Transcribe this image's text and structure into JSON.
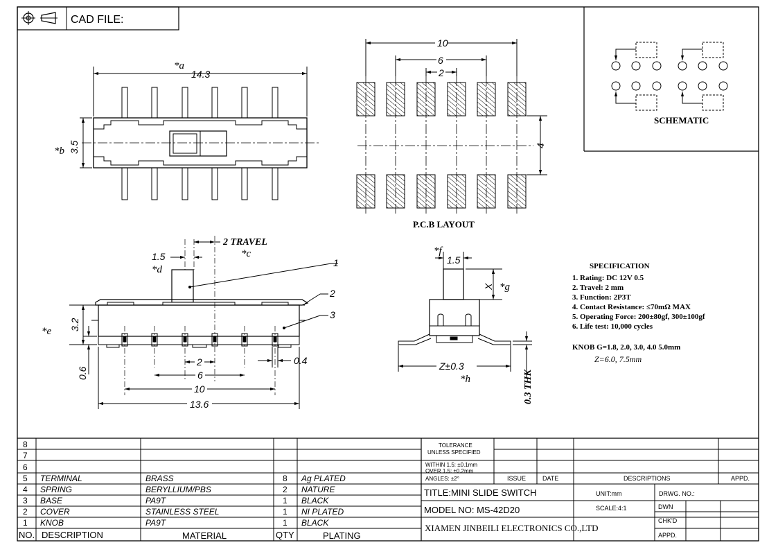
{
  "header": {
    "cad_label": "CAD FILE:",
    "projection_icon": "third-angle-projection-icon"
  },
  "top_view": {
    "callout": "*a",
    "width_dim": "14.3",
    "height_callout": "*b",
    "height_dim": "3.5"
  },
  "pcb_layout": {
    "dim_outer": "10",
    "dim_mid": "6",
    "dim_inner": "2",
    "dim_row_gap": "4",
    "label": "P.C.B LAYOUT"
  },
  "schematic": {
    "label": "SCHEMATIC"
  },
  "front_view": {
    "dim_knob_width": "1.5",
    "callout_d": "*d",
    "dim_travel": "2 TRAVEL",
    "callout_c": "*c",
    "part_1": "1",
    "part_2": "2",
    "part_3": "3",
    "callout_e": "*e",
    "dim_height": "3.2",
    "dim_standoff": "0.6",
    "dim_pitch": "2",
    "dim_pin": "0.4",
    "dim_6": "6",
    "dim_10": "10",
    "dim_overall": "13.6"
  },
  "side_view": {
    "callout_f": "*f",
    "dim_knob": "1.5",
    "dim_x": "X",
    "callout_g": "*g",
    "dim_z": "Z±0.3",
    "callout_h": "*h",
    "dim_thk": "0.3 THK"
  },
  "specification": {
    "title": "SPECIFICATION",
    "items": [
      "1. Rating: DC 12V 0.5",
      "2. Travel: 2 mm",
      "3. Function: 2P3T",
      "4. Contact Resistance: ≤70mΩ MAX",
      "5. Operating Force: 200±80gf, 300±100gf",
      "6. Life test: 10,000 cycles"
    ],
    "knob_line": "KNOB G=1.8, 2.0, 3.0, 4.0 5.0mm",
    "z_line": "Z=6.0, 7.5mm"
  },
  "bom": {
    "rows": [
      {
        "no": "8",
        "desc": "",
        "material": "",
        "qty": "",
        "plating": ""
      },
      {
        "no": "7",
        "desc": "",
        "material": "",
        "qty": "",
        "plating": ""
      },
      {
        "no": "6",
        "desc": "",
        "material": "",
        "qty": "",
        "plating": ""
      },
      {
        "no": "5",
        "desc": "TERMINAL",
        "material": "BRASS",
        "qty": "8",
        "plating": "Ag PLATED"
      },
      {
        "no": "4",
        "desc": "SPRING",
        "material": "BERYLLIUM/PBS",
        "qty": "2",
        "plating": "NATURE"
      },
      {
        "no": "3",
        "desc": "BASE",
        "material": "PA9T",
        "qty": "1",
        "plating": "BLACK"
      },
      {
        "no": "2",
        "desc": "COVER",
        "material": "STAINLESS STEEL",
        "qty": "1",
        "plating": "NI PLATED"
      },
      {
        "no": "1",
        "desc": "KNOB",
        "material": "PA9T",
        "qty": "1",
        "plating": "BLACK"
      }
    ],
    "header": {
      "no": "NO.",
      "desc": "DESCRIPTION",
      "material": "MATERIAL",
      "qty": "QTY",
      "plating": "PLATING"
    }
  },
  "title_block": {
    "tolerance_1": "TOLERANCE",
    "tolerance_2": "UNLESS SPECIFIED",
    "within": "WITHIN 1.5: ±0.1mm",
    "over": "OVER 1.5: ±0.2mm",
    "angles": "ANGLES: ±2°",
    "issue": "ISSUE",
    "date": "DATE",
    "descriptions": "DESCRIPTIONS",
    "appd": "APPD.",
    "title": "TITLE:MINI SLIDE SWITCH",
    "unit": "UNIT:mm",
    "drwg_no": "DRWG. NO.:",
    "model": "MODEL NO: MS-42D20",
    "scale": "SCALE:4:1",
    "dwn": "DWN",
    "chkd": "CHK'D",
    "company": "XIAMEN JINBEILI ELECTRONICS CO.,LTD",
    "appd2": "APPD."
  }
}
